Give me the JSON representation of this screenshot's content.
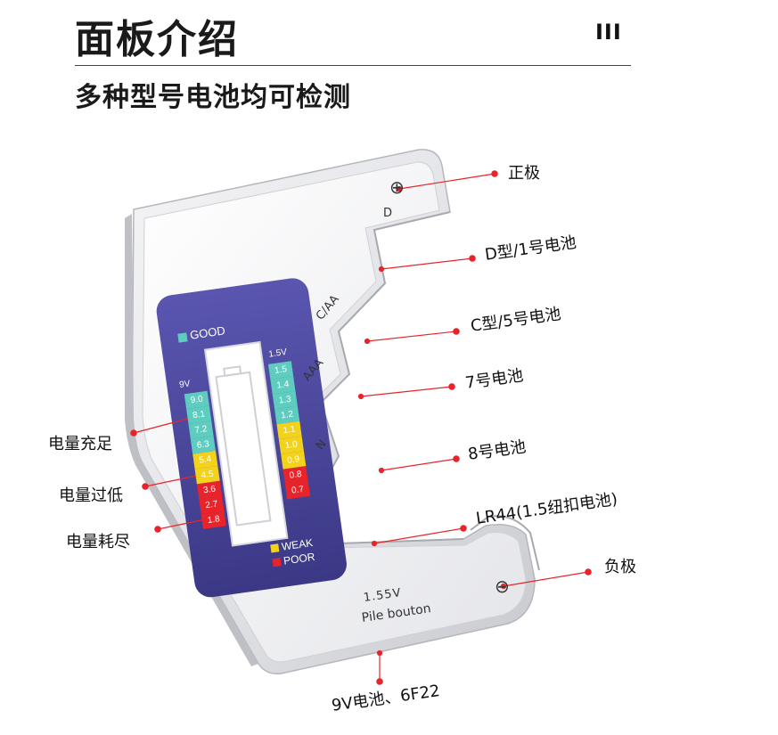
{
  "header": {
    "title": "面板介绍",
    "mark": "III",
    "subtitle": "多种型号电池均可检测"
  },
  "device": {
    "legend_good": "GOOD",
    "legend_weak": "WEAK",
    "legend_poor": "POOR",
    "col9v_header": "9V",
    "col15_header": "1.5V",
    "col9v_values": [
      "9.0",
      "8.1",
      "7.2",
      "6.3",
      "5.4",
      "4.5",
      "3.6",
      "2.7",
      "1.8"
    ],
    "col15_values": [
      "1.5",
      "1.4",
      "1.3",
      "1.2",
      "1.1",
      "1.0",
      "0.9",
      "0.8",
      "0.7"
    ],
    "plus_symbol": "⊕",
    "minus_symbol": "⊖",
    "label_d": "D",
    "label_caa": "C/AA",
    "label_aaa": "AAA",
    "label_n": "N",
    "button_text_1": "1.55V",
    "button_text_2": "Pile bouton",
    "colors": {
      "good": "#5ecdc0",
      "weak": "#f2d21a",
      "poor": "#e8242b",
      "panel": "#4b47a0"
    }
  },
  "callouts": {
    "positive": "正极",
    "d_type": "D型/1号电池",
    "c_type": "C型/5号电池",
    "aaa": "7号电池",
    "n": "8号电池",
    "lr44": "LR44(1.5纽扣电池)",
    "negative": "负极",
    "full": "电量充足",
    "low": "电量过低",
    "empty": "电量耗尽",
    "nine_v": "9V电池、6F22"
  }
}
